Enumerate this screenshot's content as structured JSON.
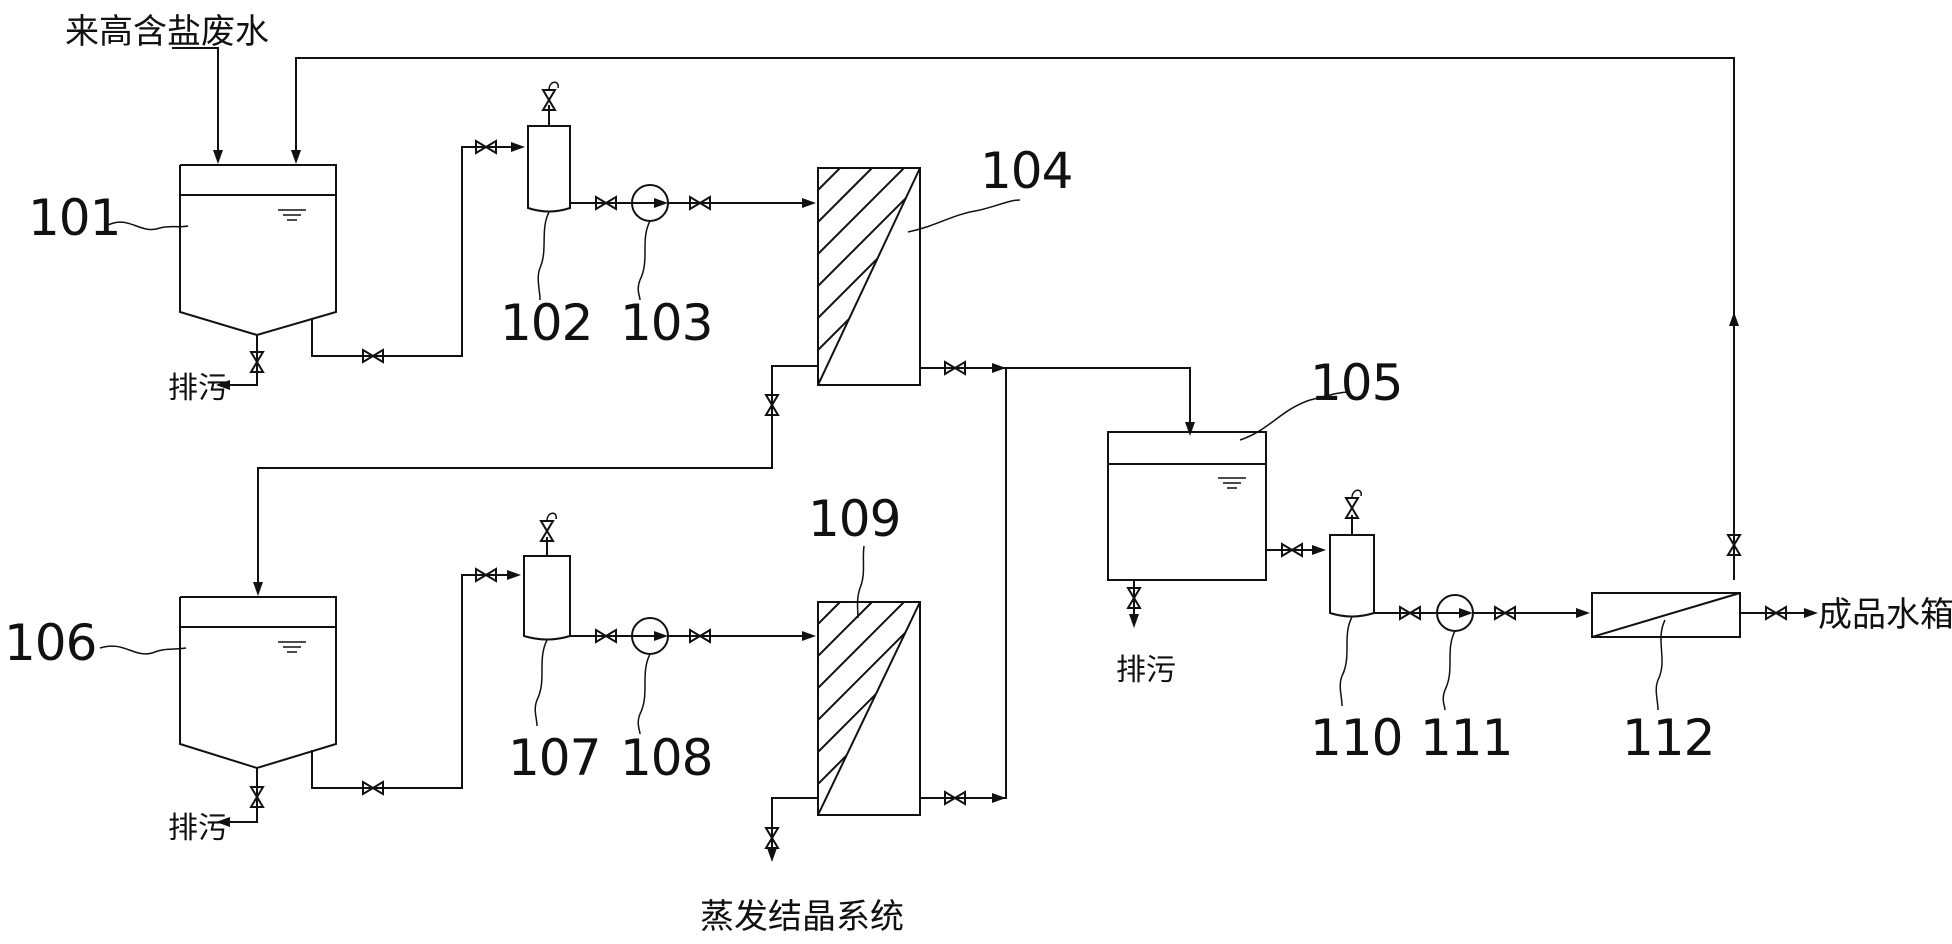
{
  "labels": {
    "inlet": "来高含盐废水",
    "drain": "排污",
    "evaporation": "蒸发结晶系统",
    "product": "成品水箱"
  },
  "components": {
    "c101": "101",
    "c102": "102",
    "c103": "103",
    "c104": "104",
    "c105": "105",
    "c106": "106",
    "c107": "107",
    "c108": "108",
    "c109": "109",
    "c110": "110",
    "c111": "111",
    "c112": "112"
  },
  "colors": {
    "line": "#111111",
    "background": "#ffffff"
  }
}
